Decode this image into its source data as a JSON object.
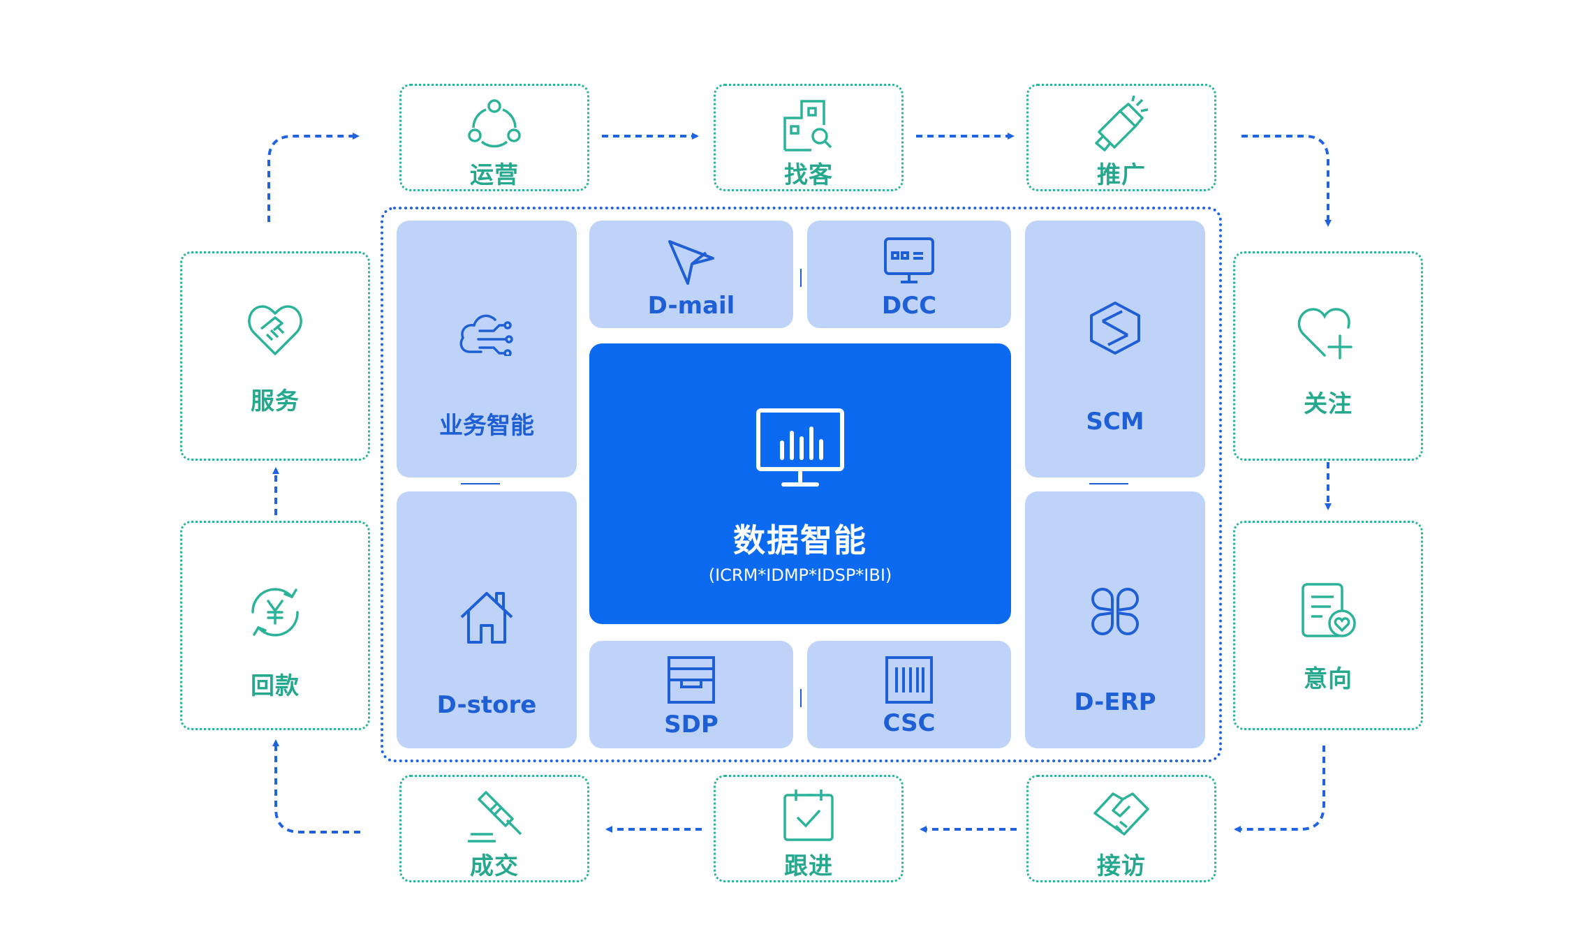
{
  "flow": {
    "stages": {
      "yunying": "运营",
      "zhaoke": "找客",
      "tuiguang": "推广",
      "guanzhu": "关注",
      "yixiang": "意向",
      "jiefang": "接访",
      "genjin": "跟进",
      "chengjiao": "成交",
      "huikuan": "回款",
      "fuwu": "服务"
    }
  },
  "hub": {
    "core_title": "数据智能",
    "core_subtitle": "(ICRM*IDMP*IDSP*IBI)",
    "tiles": {
      "business_intelligence": "业务智能",
      "dmail": "D-mail",
      "dcc": "DCC",
      "scm": "SCM",
      "dstore": "D-store",
      "sdp": "SDP",
      "csc": "CSC",
      "derp": "D-ERP"
    }
  },
  "colors": {
    "stage_border": "#2bb39a",
    "stage_text": "#26a88f",
    "arrow": "#1f63e0",
    "tile_bg": "#bfd3f8",
    "tile_text": "#1f5fd6",
    "core_bg": "#0b6af0"
  },
  "icons": {
    "yunying": "cycle-nodes-icon",
    "zhaoke": "building-search-icon",
    "tuiguang": "megaphone-icon",
    "guanzhu": "heart-plus-icon",
    "yixiang": "document-heart-icon",
    "jiefang": "handshake-icon",
    "genjin": "calendar-check-icon",
    "chengjiao": "gavel-icon",
    "huikuan": "yuan-cycle-icon",
    "fuwu": "heart-handshake-icon",
    "business_intelligence": "cloud-circuit-icon",
    "dmail": "paper-plane-icon",
    "dcc": "monitor-code-icon",
    "scm": "cube-icon",
    "dstore": "house-icon",
    "sdp": "archive-box-icon",
    "csc": "barcode-box-icon",
    "derp": "four-petals-icon",
    "core": "monitor-chart-icon"
  }
}
